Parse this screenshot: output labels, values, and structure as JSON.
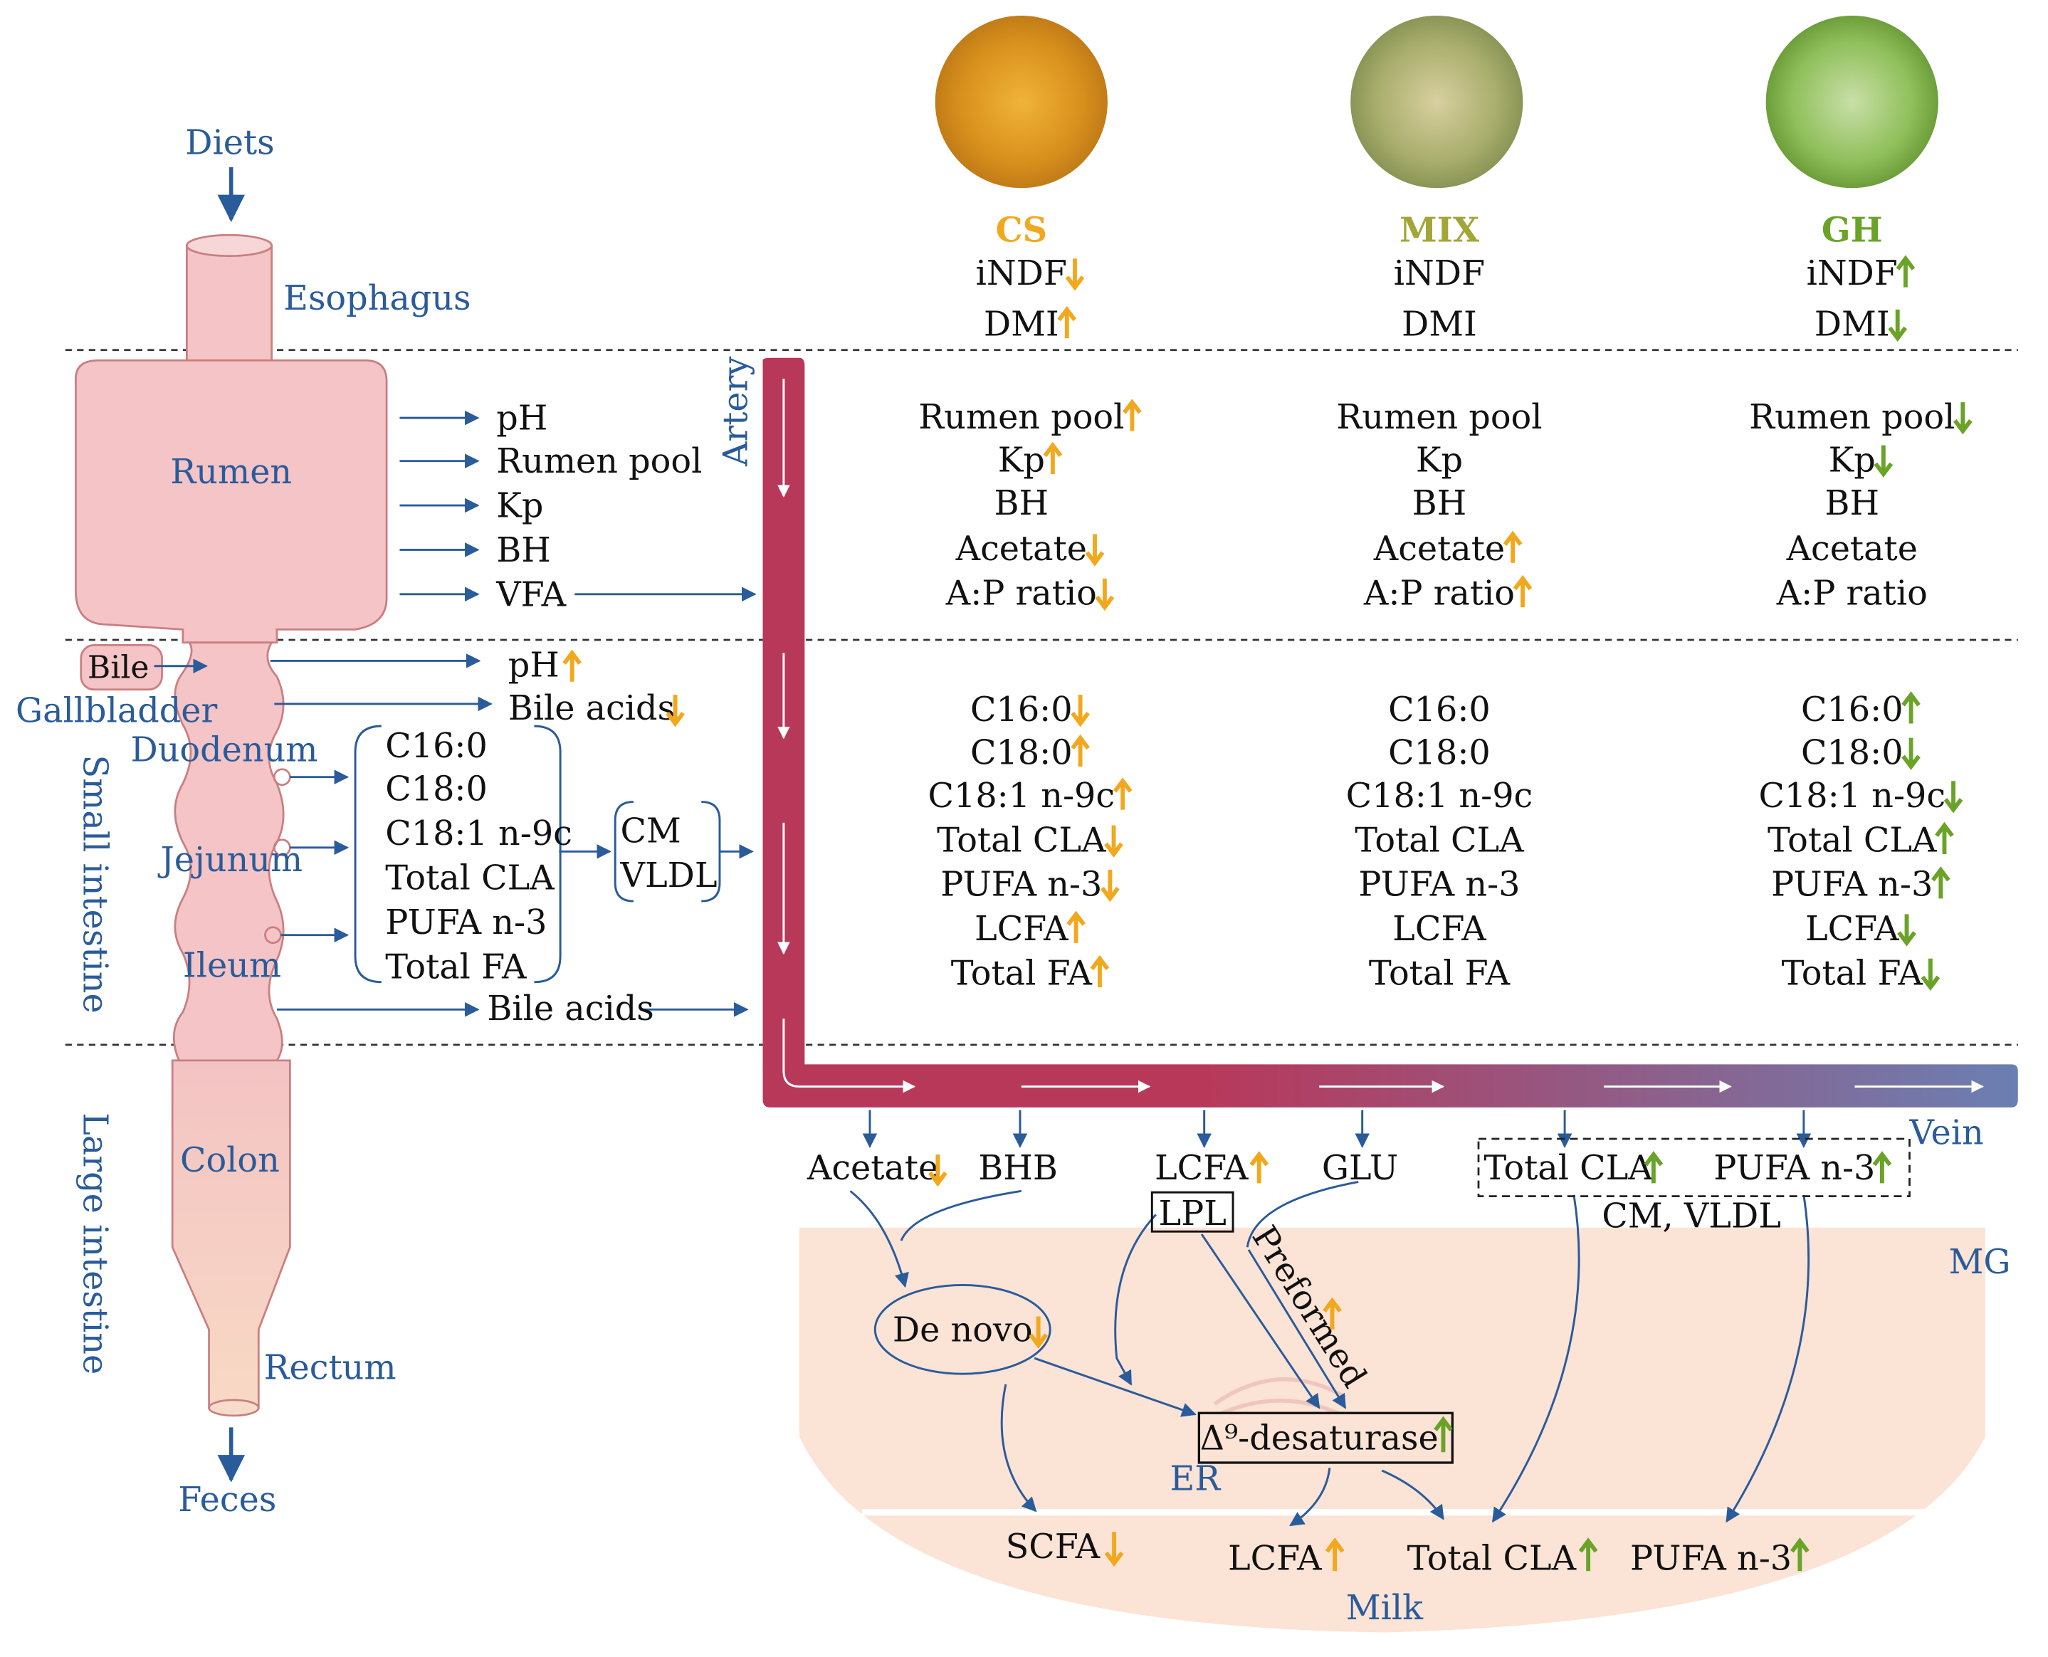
{
  "colors": {
    "label_blue": "#2a5b9a",
    "arrow_orange": "#f2a81d",
    "arrow_green": "#6aa328",
    "gut_pink": "#f4c4c7",
    "colon_peach": "#f6d4c6",
    "artery_red": "#b8385a",
    "vein_blue": "#6b7fb2",
    "mammary_peach": "#fbe3d6",
    "cs_title": "#f2a81d",
    "mix_title": "#a3a637",
    "gh_title": "#6aa328"
  },
  "gut": {
    "diets": "Diets",
    "esophagus": "Esophagus",
    "rumen": "Rumen",
    "bile": "Bile",
    "gallbladder": "Gallbladder",
    "duodenum": "Duodenum",
    "jejunum": "Jejunum",
    "ileum": "Ileum",
    "small_intestine": "Small intestine",
    "large_intestine": "Large intestine",
    "colon": "Colon",
    "rectum": "Rectum",
    "feces": "Feces"
  },
  "rumen_outputs": [
    "pH",
    "Rumen pool",
    "Kp",
    "BH",
    "VFA"
  ],
  "intestine_outputs": {
    "ph": "pH",
    "bile_acids": "Bile acids",
    "fa_list": [
      "C16:0",
      "C18:0",
      "C18:1 n-9c",
      "Total CLA",
      "PUFA n-3",
      "Total FA"
    ],
    "lipoproteins": [
      "CM",
      "VLDL"
    ],
    "bile_acids_lower": "Bile acids"
  },
  "vessels": {
    "artery": "Artery",
    "vein": "Vein"
  },
  "diet_groups": [
    {
      "name": "CS",
      "image_icon": "corn-stover-photo",
      "intake": [
        {
          "label": "iNDF",
          "trend": "down"
        },
        {
          "label": "DMI",
          "trend": "up"
        }
      ],
      "rumen": [
        {
          "label": "Rumen pool",
          "trend": "up"
        },
        {
          "label": "Kp",
          "trend": "up"
        },
        {
          "label": "BH",
          "trend": ""
        },
        {
          "label": "Acetate",
          "trend": "down"
        },
        {
          "label": "A:P ratio",
          "trend": "down"
        }
      ],
      "intestine": [
        {
          "label": "C16:0",
          "trend": "down"
        },
        {
          "label": "C18:0",
          "trend": "up"
        },
        {
          "label": "C18:1 n-9c",
          "trend": "up"
        },
        {
          "label": "Total CLA",
          "trend": "down"
        },
        {
          "label": "PUFA n-3",
          "trend": "down"
        },
        {
          "label": "LCFA",
          "trend": "up"
        },
        {
          "label": "Total FA",
          "trend": "up"
        }
      ]
    },
    {
      "name": "MIX",
      "image_icon": "mixed-forage-photo",
      "intake": [
        {
          "label": "iNDF",
          "trend": ""
        },
        {
          "label": "DMI",
          "trend": ""
        }
      ],
      "rumen": [
        {
          "label": "Rumen pool",
          "trend": ""
        },
        {
          "label": "Kp",
          "trend": ""
        },
        {
          "label": "BH",
          "trend": ""
        },
        {
          "label": "Acetate",
          "trend": "up"
        },
        {
          "label": "A:P ratio",
          "trend": "up"
        }
      ],
      "intestine": [
        {
          "label": "C16:0",
          "trend": ""
        },
        {
          "label": "C18:0",
          "trend": ""
        },
        {
          "label": "C18:1 n-9c",
          "trend": ""
        },
        {
          "label": "Total CLA",
          "trend": ""
        },
        {
          "label": "PUFA n-3",
          "trend": ""
        },
        {
          "label": "LCFA",
          "trend": ""
        },
        {
          "label": "Total FA",
          "trend": ""
        }
      ]
    },
    {
      "name": "GH",
      "image_icon": "grass-hay-photo",
      "intake": [
        {
          "label": "iNDF",
          "trend": "up"
        },
        {
          "label": "DMI",
          "trend": "down"
        }
      ],
      "rumen": [
        {
          "label": "Rumen pool",
          "trend": "down"
        },
        {
          "label": "Kp",
          "trend": "down"
        },
        {
          "label": "BH",
          "trend": ""
        },
        {
          "label": "Acetate",
          "trend": ""
        },
        {
          "label": "A:P ratio",
          "trend": ""
        }
      ],
      "intestine": [
        {
          "label": "C16:0",
          "trend": "up"
        },
        {
          "label": "C18:0",
          "trend": "down"
        },
        {
          "label": "C18:1 n-9c",
          "trend": "down"
        },
        {
          "label": "Total CLA",
          "trend": "up"
        },
        {
          "label": "PUFA n-3",
          "trend": "up"
        },
        {
          "label": "LCFA",
          "trend": "down"
        },
        {
          "label": "Total FA",
          "trend": "down"
        }
      ]
    }
  ],
  "blood": {
    "acetate": "Acetate",
    "bhb": "BHB",
    "lcfa": "LCFA",
    "glu": "GLU",
    "total_cla": "Total CLA",
    "pufa_n3": "PUFA n-3",
    "cm_vldl": "CM, VLDL",
    "lpl": "LPL"
  },
  "mammary": {
    "mg": "MG",
    "de_novo": "De novo",
    "preformed": "Preformed",
    "desaturase": "Δ⁹-desaturase",
    "er": "ER",
    "milk": "Milk",
    "scfa": "SCFA",
    "lcfa": "LCFA",
    "total_cla": "Total CLA",
    "pufa_n3": "PUFA n-3"
  }
}
